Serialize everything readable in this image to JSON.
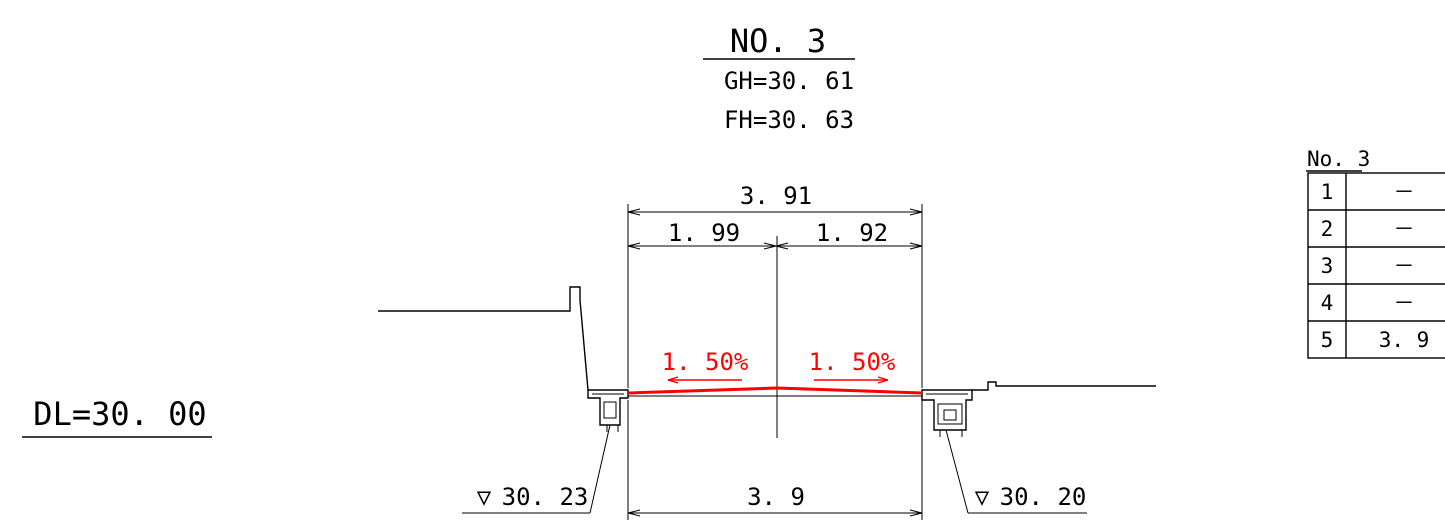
{
  "header": {
    "title": "NO. 3",
    "gh": "GH=30. 61",
    "fh": "FH=30. 63"
  },
  "datum": {
    "label": "DL=30. 00"
  },
  "dimensions": {
    "total_top": "3. 91",
    "left_top": "1. 99",
    "right_top": "1. 92",
    "bottom": "3. 9"
  },
  "slopes": {
    "left": "1. 50%",
    "right": "1. 50%",
    "color": "#ff0000"
  },
  "elevations": {
    "left": "30. 23",
    "right": "30. 20",
    "marker": "▽"
  },
  "table": {
    "title": "No. 3",
    "rows": [
      {
        "num": "1",
        "value": "－"
      },
      {
        "num": "2",
        "value": "－"
      },
      {
        "num": "3",
        "value": "－"
      },
      {
        "num": "4",
        "value": "－"
      },
      {
        "num": "5",
        "value": "3. 9"
      }
    ]
  }
}
